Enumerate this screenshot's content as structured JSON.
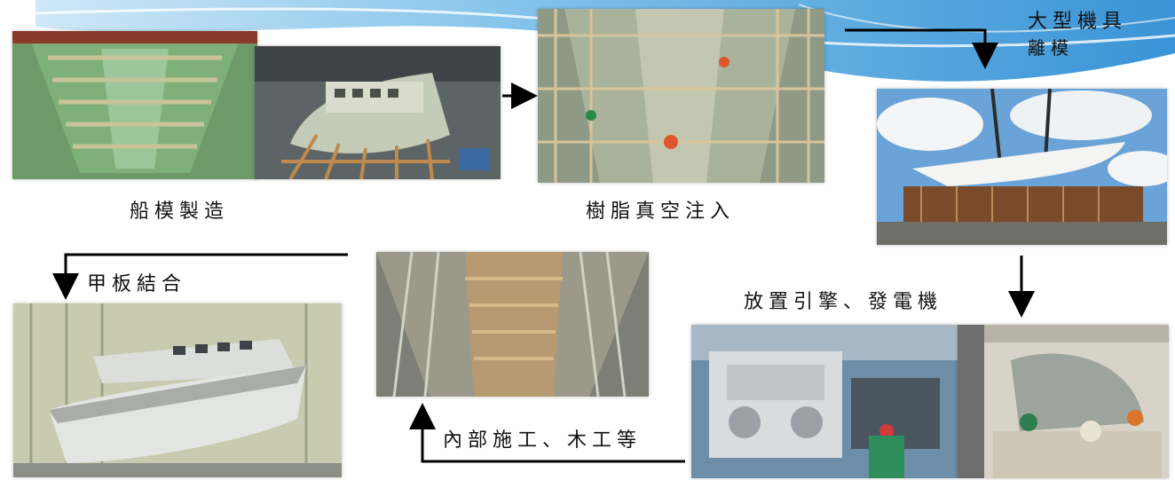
{
  "steps": {
    "hull_mold": "船模製造",
    "resin_infusion": "樹脂真空注入",
    "demold": [
      "大型機具",
      "離模"
    ],
    "engine_install": "放置引擎、發電機",
    "interior_work": "內部施工、木工等",
    "deck_join": "甲板結合"
  },
  "colors": {
    "wave_light": "#cfe8f7",
    "wave_mid": "#7fc1ea",
    "wave_dark": "#3a94d6",
    "arrow": "#000000",
    "mold_green": "#5b8f5e",
    "hull_white": "#e9ece8",
    "wood": "#b07a40"
  }
}
